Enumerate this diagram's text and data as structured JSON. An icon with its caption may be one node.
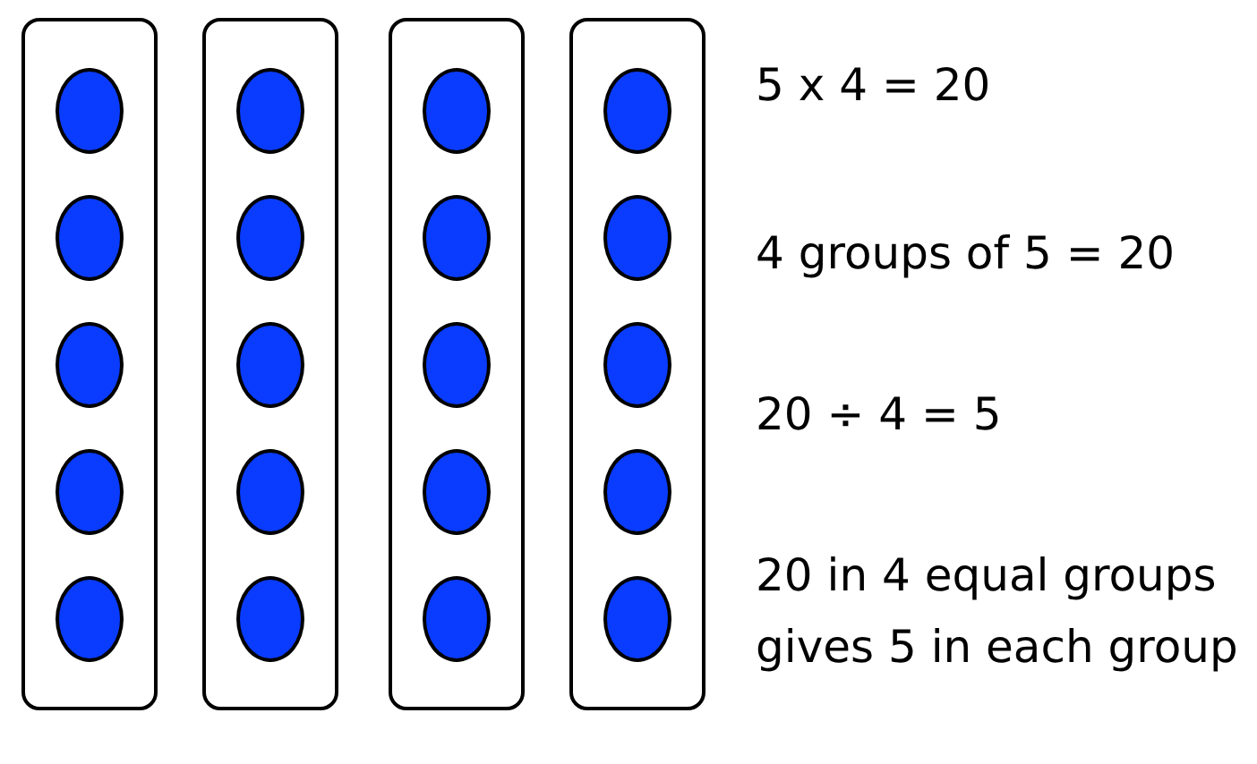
{
  "diagram": {
    "nodes": [
      {
        "text": [],
        "shape": "box"
      },
      {
        "text": [],
        "shape": "circle",
        "in": 0
      },
      {
        "text": [],
        "shape": "circle",
        "in": 0
      },
      {
        "text": [],
        "shape": "circle",
        "in": 0
      },
      {
        "text": [],
        "shape": "circle",
        "in": 0
      },
      {
        "text": [],
        "shape": "circle",
        "in": 0
      },
      {
        "text": [],
        "shape": "box"
      },
      {
        "text": [],
        "shape": "circle",
        "in": 6
      },
      {
        "text": [],
        "shape": "circle",
        "in": 6
      },
      {
        "text": [],
        "shape": "circle",
        "in": 6
      },
      {
        "text": [],
        "shape": "circle",
        "in": 6
      },
      {
        "text": [],
        "shape": "circle",
        "in": 6
      },
      {
        "text": [],
        "shape": "box"
      },
      {
        "text": [],
        "shape": "circle",
        "in": 12
      },
      {
        "text": [],
        "shape": "circle",
        "in": 12
      },
      {
        "text": [],
        "shape": "circle",
        "in": 12
      },
      {
        "text": [],
        "shape": "circle",
        "in": 12
      },
      {
        "text": [],
        "shape": "circle",
        "in": 12
      },
      {
        "text": [],
        "shape": "box"
      },
      {
        "text": [],
        "shape": "circle",
        "in": 18
      },
      {
        "text": [],
        "shape": "circle",
        "in": 18
      },
      {
        "text": [],
        "shape": "circle",
        "in": 18
      },
      {
        "text": [],
        "shape": "circle",
        "in": 18
      },
      {
        "text": [],
        "shape": "circle",
        "in": 18
      }
    ],
    "labels": [
      "5 x 4 = 20",
      "4 groups of 5 = 20",
      "20 ÷ 4 = 5",
      "20 in 4 equal groups gives 5 in each group"
    ]
  }
}
